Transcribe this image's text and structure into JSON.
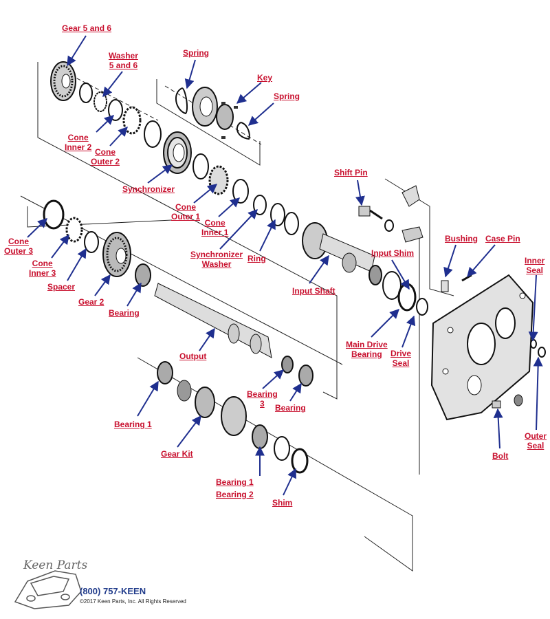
{
  "labels": {
    "gear_5_6": "Gear 5 and 6",
    "washer_5_6_l1": "Washer",
    "washer_5_6_l2": "5 and 6",
    "spring_top": "Spring",
    "key": "Key",
    "spring_right": "Spring",
    "cone_inner_2_l1": "Cone",
    "cone_inner_2_l2": "Inner 2",
    "cone_outer_2_l1": "Cone",
    "cone_outer_2_l2": "Outer 2",
    "synchronizer": "Synchronizer",
    "shift_pin": "Shift Pin",
    "cone_outer_1_l1": "Cone",
    "cone_outer_1_l2": "Outer 1",
    "cone_inner_1_l1": "Cone",
    "cone_inner_1_l2": "Inner 1",
    "bushing": "Bushing",
    "case_pin": "Case Pin",
    "cone_outer_3_l1": "Cone",
    "cone_outer_3_l2": "Outer 3",
    "cone_inner_3_l1": "Cone",
    "cone_inner_3_l2": "Inner 3",
    "sync_washer_l1": "Synchronizer",
    "sync_washer_l2": "Washer",
    "ring": "Ring",
    "input_shim": "Input Shim",
    "inner_seal_l1": "Inner",
    "inner_seal_l2": "Seal",
    "spacer": "Spacer",
    "input_shaft": "Input Shaft",
    "gear_2": "Gear 2",
    "bearing_top": "Bearing",
    "main_drive_bearing_l1": "Main Drive",
    "main_drive_bearing_l2": "Bearing",
    "drive_seal_l1": "Drive",
    "drive_seal_l2": "Seal",
    "output": "Output",
    "bearing_3_l1": "Bearing",
    "bearing_3_l2": "3",
    "bearing_mid": "Bearing",
    "bearing_1": "Bearing 1",
    "gear_kit": "Gear Kit",
    "outer_seal_l1": "Outer",
    "outer_seal_l2": "Seal",
    "bolt": "Bolt",
    "bearing_1b": "Bearing 1",
    "bearing_2": "Bearing 2",
    "shim": "Shim"
  },
  "footer": {
    "brand": "Keen Parts",
    "phone": "(800) 757-KEEN",
    "copyright": "©2017 Keen Parts, Inc. All Rights Reserved"
  },
  "colors": {
    "label": "#c8102e",
    "arrow": "#1f2f8f",
    "phone": "#1f3a8a"
  }
}
